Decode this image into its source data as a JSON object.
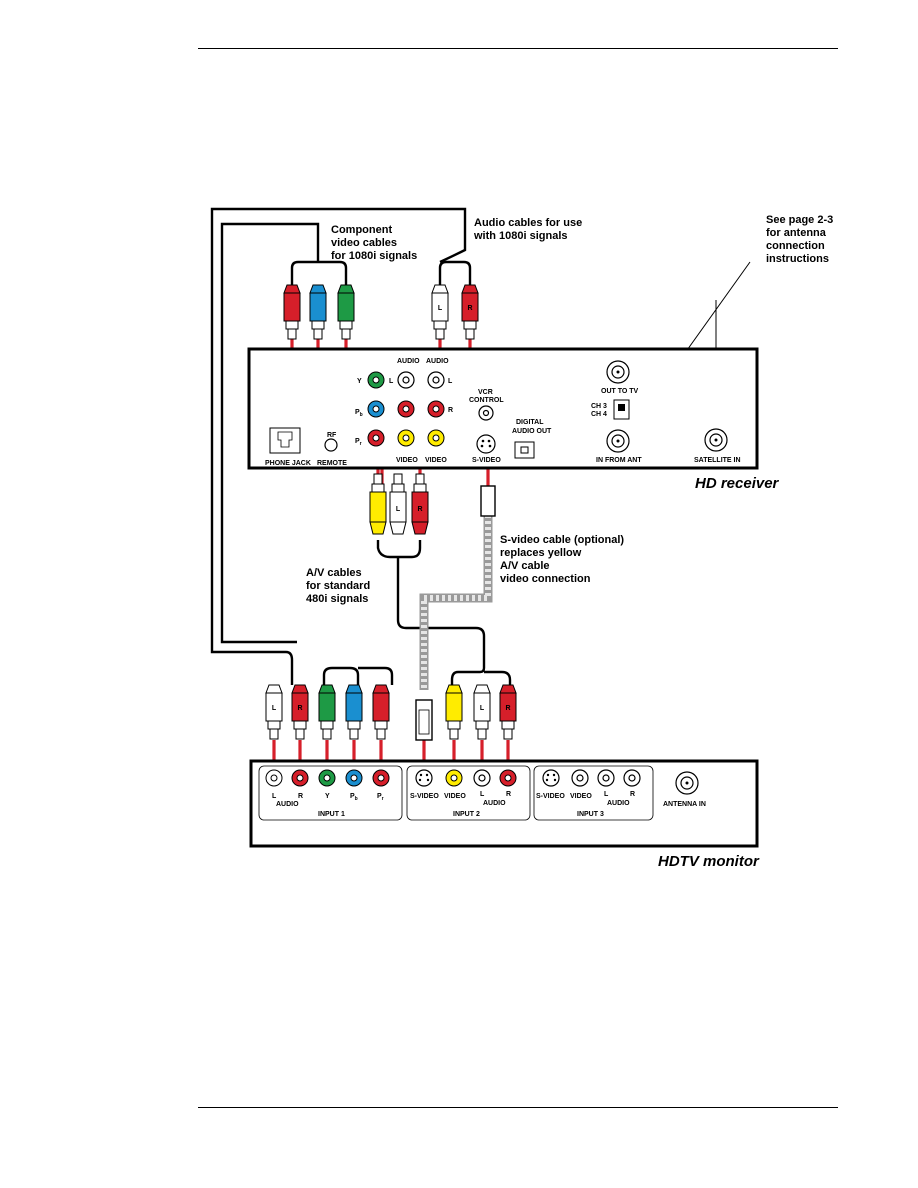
{
  "devices": {
    "receiver": {
      "name": "HD receiver",
      "labels": {
        "audio_left": "AUDIO",
        "audio_right": "AUDIO",
        "jack_l_a": "L",
        "jack_l_b": "L",
        "jack_r": "R",
        "y": "Y",
        "pb_main": "P",
        "pb_sub": "b",
        "pr_main": "P",
        "pr_sub": "r",
        "video_a": "VIDEO",
        "video_b": "VIDEO",
        "phone_jack": "PHONE JACK",
        "rf": "RF",
        "remote": "REMOTE",
        "vcr_control_1": "VCR",
        "vcr_control_2": "CONTROL",
        "digital_audio_1": "DIGITAL",
        "digital_audio_2": "AUDIO OUT",
        "s_video": "S-VIDEO",
        "out_to_tv": "OUT TO TV",
        "ch3": "CH 3",
        "ch4": "CH 4",
        "in_from_ant": "IN FROM ANT",
        "satellite_in": "SATELLITE IN"
      }
    },
    "monitor": {
      "name": "HDTV monitor",
      "input1": {
        "name": "INPUT 1",
        "l": "L",
        "r": "R",
        "audio": "AUDIO",
        "y": "Y",
        "pb_main": "P",
        "pb_sub": "b",
        "pr_main": "P",
        "pr_sub": "r"
      },
      "input2": {
        "name": "INPUT 2",
        "s_video": "S-VIDEO",
        "video": "VIDEO",
        "l": "L",
        "r": "R",
        "audio": "AUDIO"
      },
      "input3": {
        "name": "INPUT 3",
        "s_video": "S-VIDEO",
        "video": "VIDEO",
        "l": "L",
        "r": "R",
        "audio": "AUDIO"
      },
      "antenna_in": "ANTENNA IN"
    }
  },
  "callouts": {
    "component": [
      "Component",
      "video cables",
      "for 1080i signals"
    ],
    "audio": [
      "Audio cables for use",
      "with 1080i signals"
    ],
    "antenna": [
      "See page 2-3",
      "for antenna",
      "connection",
      "instructions"
    ],
    "av": [
      "A/V cables",
      "for standard",
      "480i signals"
    ],
    "svideo": [
      "S-video cable (optional)",
      "replaces yellow",
      "A/V cable",
      "video connection"
    ]
  },
  "plug_letters": {
    "left": "L",
    "right": "R"
  },
  "colors": {
    "red": "#d61f2a",
    "blue": "#1a8fd0",
    "green": "#1e9a45",
    "yellow": "#ffec00",
    "white": "#ffffff",
    "cable": "#000000",
    "connector": "#d61f2a",
    "svideo_cable": "#cfcfcf"
  }
}
